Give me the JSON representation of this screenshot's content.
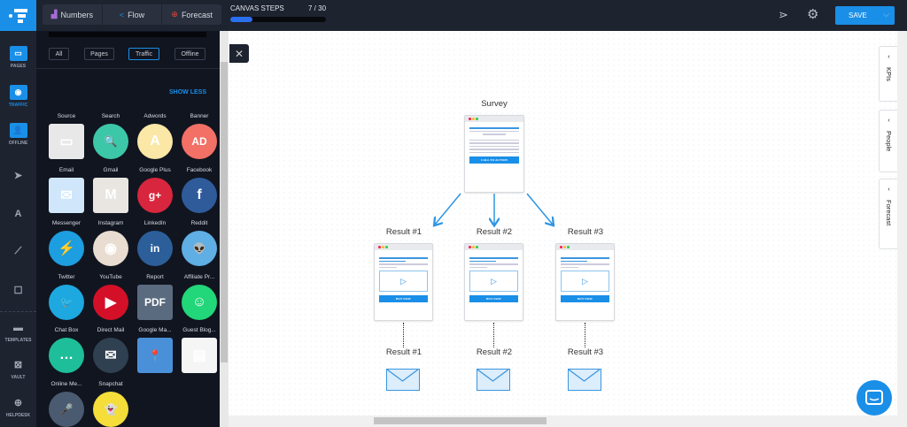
{
  "header": {
    "tabs": [
      {
        "label": "Numbers",
        "icon": "bar-chart-icon",
        "color": "#a66bd6"
      },
      {
        "label": "Flow",
        "icon": "share-icon",
        "color": "#1a8fe8"
      },
      {
        "label": "Forecast",
        "icon": "target-icon",
        "color": "#e8453c"
      }
    ],
    "canvas_steps": {
      "label": "CANVAS STEPS",
      "count": "7 / 30",
      "progress": 0.23
    },
    "save_label": "SAVE"
  },
  "rail": [
    {
      "label": "PAGES",
      "icon": "browser-icon"
    },
    {
      "label": "TRAFFIC",
      "icon": "traffic-icon"
    },
    {
      "label": "OFFLINE",
      "icon": "person-icon"
    },
    {
      "label": "",
      "icon": "pointer-icon"
    },
    {
      "label": "",
      "icon": "text-icon"
    },
    {
      "label": "",
      "icon": "line-icon"
    },
    {
      "label": "",
      "icon": "rectangle-icon"
    },
    {
      "label": "TEMPLATES",
      "icon": "folder-icon"
    },
    {
      "label": "VAULT",
      "icon": "vault-icon"
    },
    {
      "label": "HELPDESK",
      "icon": "lifebuoy-icon"
    }
  ],
  "panel": {
    "filters": [
      "All",
      "Pages",
      "Traffic",
      "Offline"
    ],
    "active_filter": "Traffic",
    "show_less": "SHOW LESS",
    "items": [
      {
        "label": "Source",
        "color": "#e8e8e8",
        "glyph": "▭"
      },
      {
        "label": "Search",
        "color": "#3cc8a8",
        "glyph": "🔍"
      },
      {
        "label": "Adwords",
        "color": "#fbe7a6",
        "glyph": "A"
      },
      {
        "label": "Banner",
        "color": "#f27065",
        "glyph": "AD"
      },
      {
        "label": "Email",
        "color": "#cfe6fb",
        "glyph": "✉"
      },
      {
        "label": "Gmail",
        "color": "#e9e5e0",
        "glyph": "M"
      },
      {
        "label": "Google Plus",
        "color": "#d7263d",
        "glyph": "g+"
      },
      {
        "label": "Facebook",
        "color": "#2f5b9b",
        "glyph": "f"
      },
      {
        "label": "Messenger",
        "color": "#1c9ee0",
        "glyph": "⚡"
      },
      {
        "label": "Instagram",
        "color": "#e8ddd0",
        "glyph": "◉"
      },
      {
        "label": "LinkedIn",
        "color": "#2c5f9a",
        "glyph": "in"
      },
      {
        "label": "Reddit",
        "color": "#5faee4",
        "glyph": "👽"
      },
      {
        "label": "Twitter",
        "color": "#1da8e0",
        "glyph": "🐦"
      },
      {
        "label": "YouTube",
        "color": "#d31027",
        "glyph": "▶"
      },
      {
        "label": "Report",
        "color": "#5a6b80",
        "glyph": "PDF"
      },
      {
        "label": "Affiliate Pr...",
        "color": "#22d67a",
        "glyph": "☺"
      },
      {
        "label": "Chat Box",
        "color": "#1ebe9a",
        "glyph": "…"
      },
      {
        "label": "Direct Mail",
        "color": "#2f4050",
        "glyph": "✉"
      },
      {
        "label": "Google Ma...",
        "color": "#4a90d9",
        "glyph": "📍"
      },
      {
        "label": "Guest Blog...",
        "color": "#f5f5f5",
        "glyph": "▤"
      },
      {
        "label": "Online Me...",
        "color": "#4a5a70",
        "glyph": "🎤"
      },
      {
        "label": "Snapchat",
        "color": "#f5dd3a",
        "glyph": "👻"
      }
    ]
  },
  "canvas": {
    "survey": {
      "label": "Survey",
      "cta": "CALL TO ACTION"
    },
    "results": [
      {
        "label": "Result #1",
        "cta": "BUY NOW"
      },
      {
        "label": "Result #2",
        "cta": "BUY NOW"
      },
      {
        "label": "Result #3",
        "cta": "BUY NOW"
      }
    ],
    "emails": [
      {
        "label": "Result #1"
      },
      {
        "label": "Result #2"
      },
      {
        "label": "Result #3"
      }
    ]
  },
  "side_tabs": [
    "KPIs",
    "People",
    "Forecast"
  ],
  "colors": {
    "accent": "#1a8fe8",
    "dark": "#1e2330",
    "panel": "#111520"
  }
}
